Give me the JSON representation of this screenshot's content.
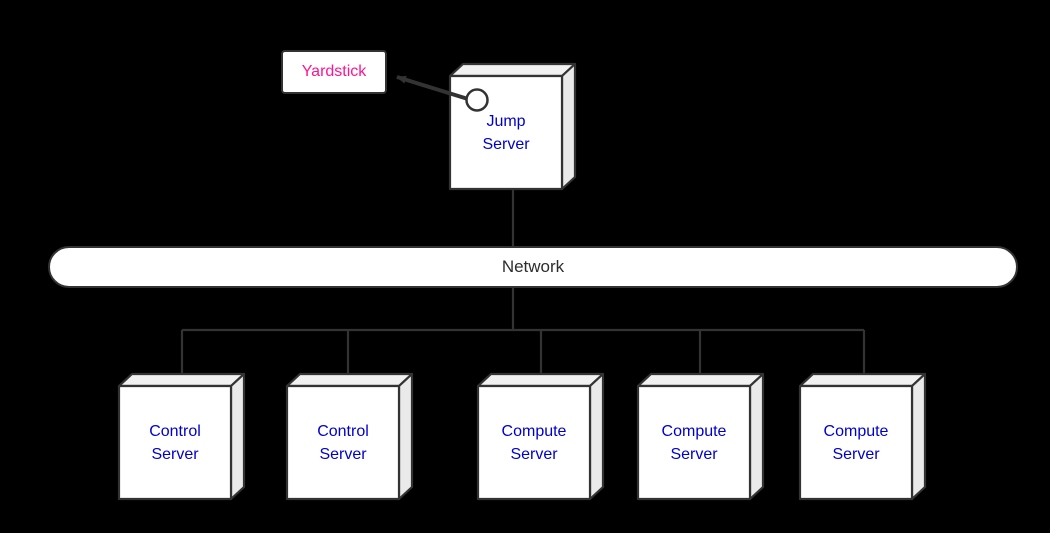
{
  "diagram": {
    "yardstick": {
      "label": "Yardstick"
    },
    "jump_server": {
      "label_line1": "Jump",
      "label_line2": "Server"
    },
    "network": {
      "label": "Network"
    },
    "servers": [
      {
        "id": "control-server-1",
        "label_line1": "Control",
        "label_line2": "Server"
      },
      {
        "id": "control-server-2",
        "label_line1": "Control",
        "label_line2": "Server"
      },
      {
        "id": "compute-server-1",
        "label_line1": "Compute",
        "label_line2": "Server"
      },
      {
        "id": "compute-server-2",
        "label_line1": "Compute",
        "label_line2": "Server"
      },
      {
        "id": "compute-server-3",
        "label_line1": "Compute",
        "label_line2": "Server"
      }
    ],
    "colors": {
      "background": "#000000",
      "line": "#333333",
      "box_front": "#ffffff",
      "box_top": "#f1f1f1",
      "box_side": "#eaeaea",
      "server_label": "#0000cc",
      "yardstick_label": "#ff1493",
      "network_label": "#2d2d2d"
    }
  }
}
